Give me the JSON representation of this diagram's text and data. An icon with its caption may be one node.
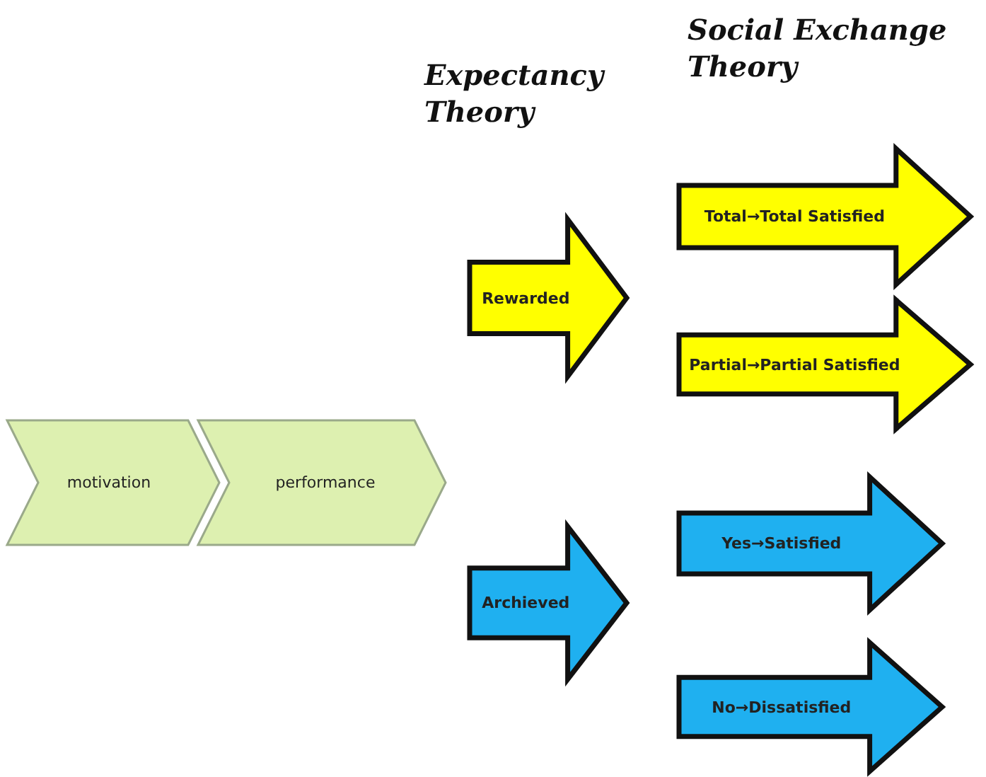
{
  "diagram": {
    "nodes": [
      {
        "text": [
          "motivation"
        ]
      },
      {
        "text": [
          "performance"
        ]
      },
      {
        "text": [
          "Rewarded"
        ]
      },
      {
        "text": [
          "Archieved"
        ]
      },
      {
        "text": [
          "Total→Total Satisfied"
        ]
      },
      {
        "text": [
          "Partial→Partial Satisfied"
        ]
      },
      {
        "text": [
          "Yes→Satisfied"
        ]
      },
      {
        "text": [
          "No→Dissatisfied"
        ]
      }
    ],
    "labels": [
      "Expectancy Theory",
      "Social Exchange Theory"
    ]
  }
}
